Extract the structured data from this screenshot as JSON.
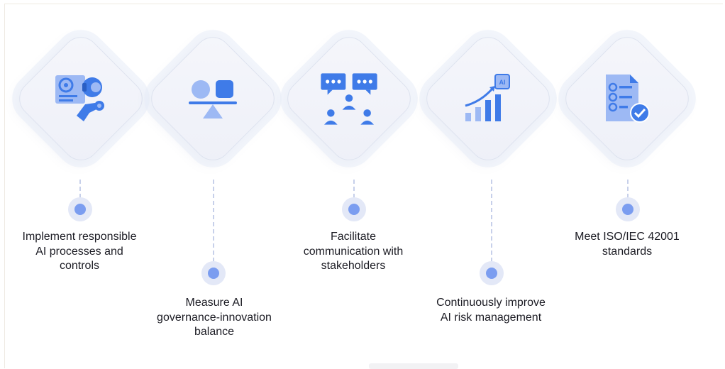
{
  "steps": [
    {
      "label": "Implement responsible AI processes and controls",
      "icon": "ai-robot-icon"
    },
    {
      "label": "Measure AI governance-innovation balance",
      "icon": "balance-scale-icon"
    },
    {
      "label": "Facilitate communication with stakeholders",
      "icon": "stakeholders-communication-icon"
    },
    {
      "label": "Continuously improve AI risk management",
      "icon": "ai-growth-chart-icon"
    },
    {
      "label": "Meet ISO/IEC 42001 standards",
      "icon": "checklist-verified-icon"
    }
  ],
  "colors": {
    "icon_blue": "#3f7be8",
    "icon_light": "#9db9f4",
    "dot": "#7b9df0",
    "dot_halo": "#e3e8f7",
    "connector": "#c7d0ea",
    "text": "#1c1c24"
  }
}
